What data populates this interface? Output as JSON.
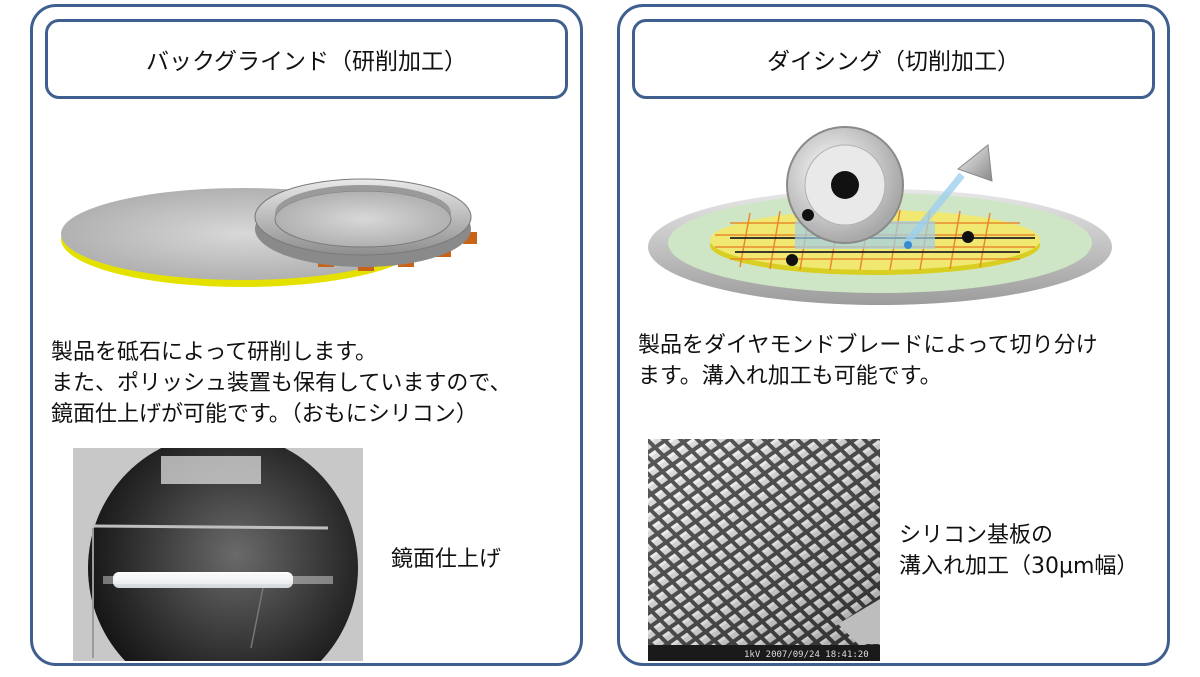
{
  "left_panel": {
    "title": "バックグラインド（研削加工）",
    "description": [
      "製品を砥石によって研削します。",
      "また、ポリッシュ装置も保有していますので、",
      "鏡面仕上げが可能です。（おもにシリコン）"
    ],
    "photo_caption": "鏡面仕上げ"
  },
  "right_panel": {
    "title": "ダイシング（切削加工）",
    "description": [
      "製品をダイヤモンドブレードによって切り分け",
      "ます。溝入れ加工も可能です。"
    ],
    "photo_caption": [
      "シリコン基板の",
      "溝入れ加工（30µm幅）"
    ],
    "sem_footer": "1kV 2007/09/24 18:41:20"
  }
}
